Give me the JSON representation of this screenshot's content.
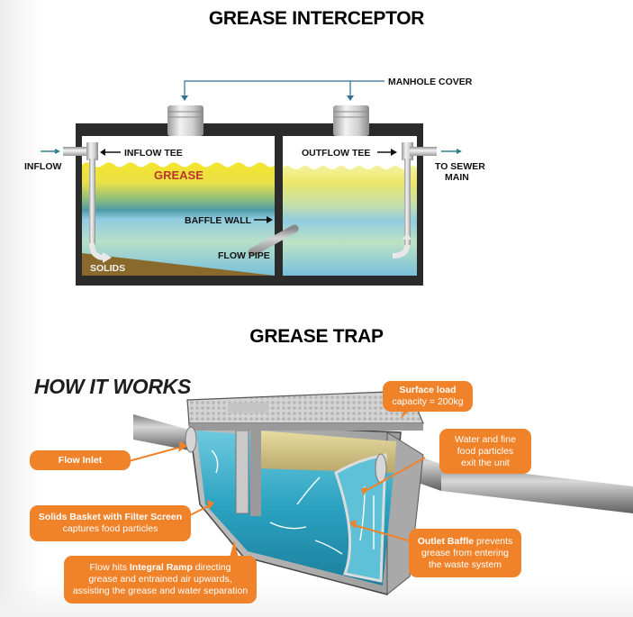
{
  "interceptor": {
    "title": "GREASE INTERCEPTOR",
    "labels": {
      "manhole_cover": "MANHOLE COVER",
      "inflow": "INFLOW",
      "inflow_tee": "INFLOW TEE",
      "grease": "GREASE",
      "baffle_wall": "BAFFLE WALL",
      "flow_pipe": "FLOW PIPE",
      "solids": "SOLIDS",
      "outflow_tee": "OUTFLOW TEE",
      "to_sewer_line1": "TO SEWER",
      "to_sewer_line2": "MAIN"
    }
  },
  "trap": {
    "title": "GREASE TRAP",
    "subtitle": "HOW IT WORKS",
    "callouts": {
      "surface_load": {
        "bold": "Surface load",
        "text": "capacity = 200kg"
      },
      "flow_inlet": {
        "bold": "Flow Inlet"
      },
      "water_exit": {
        "line1": "Water and fine",
        "line2": "food particles",
        "line3": "exit the unit"
      },
      "solids_basket": {
        "bold": "Solids Basket with Filter Screen",
        "text": "captures food particles"
      },
      "outlet_baffle": {
        "bold": "Outlet Baffle",
        "text1": " prevents",
        "line2": "grease from entering",
        "line3": "the waste system"
      },
      "integral_ramp": {
        "pre": "Flow hits ",
        "bold": "Integral Ramp",
        "post": " directing",
        "line2": "grease and entrained air upwards,",
        "line3": "assisting the grease and water separation"
      }
    }
  },
  "colors": {
    "callout": "#f0822a",
    "tank_frame": "#2b2b2b",
    "grease": "#f2e02a",
    "water": "#7fc3dc",
    "solids": "#8a6a2c",
    "grease_label": "#b8372a",
    "trap_water": "#2fa7c4"
  }
}
